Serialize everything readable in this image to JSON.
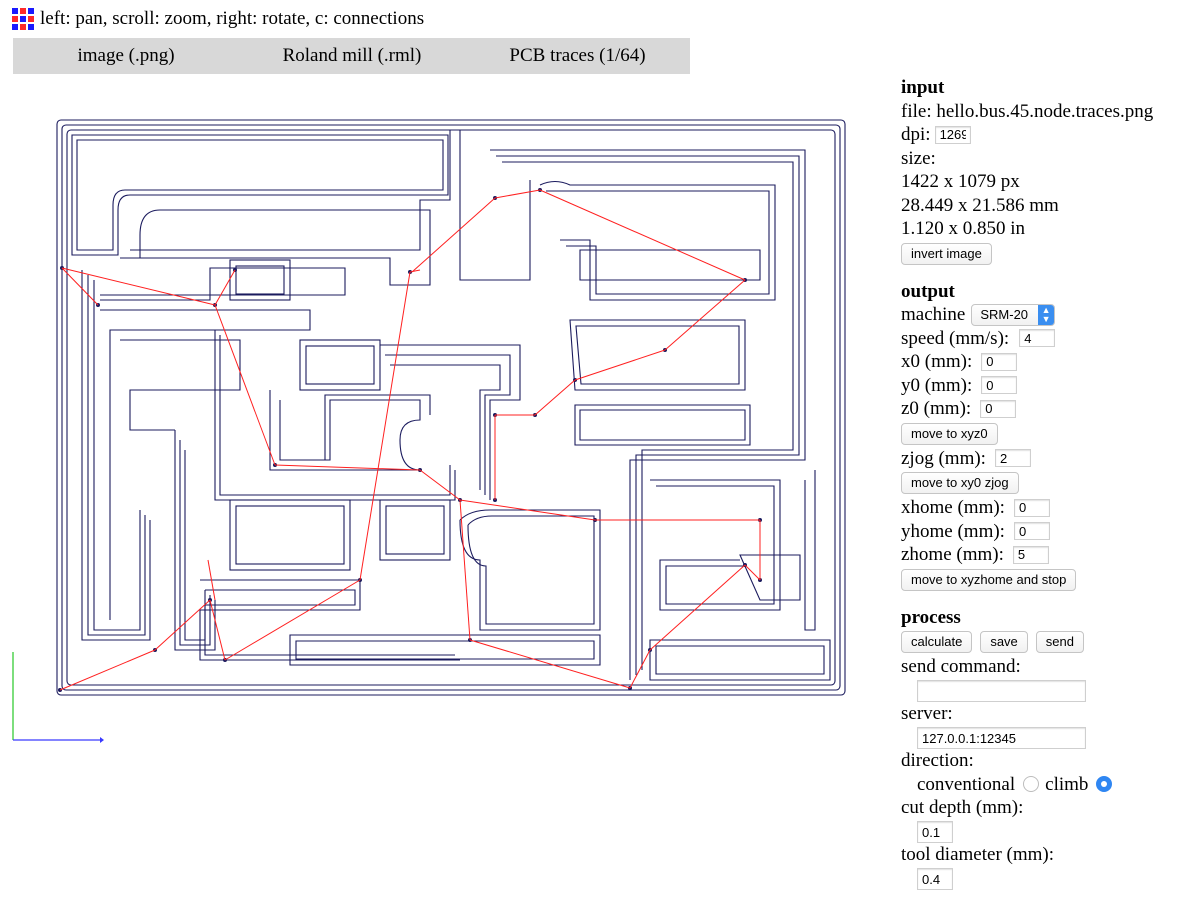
{
  "header": {
    "hint": "left: pan, scroll: zoom, right: rotate, c: connections",
    "logo_colors": [
      "#1a1aff",
      "#ff2a2a",
      "#1a1aff",
      "#ff2a2a",
      "#1a1aff",
      "#ff2a2a",
      "#1a1aff",
      "#ff2a2a",
      "#1a1aff"
    ]
  },
  "menu": {
    "items": [
      "image (.png)",
      "Roland mill (.rml)",
      "PCB traces (1/64)"
    ]
  },
  "colors": {
    "trace": "#1b1b5e",
    "connection": "#ff2020",
    "axis_y": "#27c927",
    "axis_x": "#3a3aff"
  },
  "input": {
    "title": "input",
    "file_label": "file: hello.bus.45.node.traces.png",
    "dpi_label": "dpi:",
    "dpi_value": "1269",
    "size_label": "size:",
    "size_px": "1422 x 1079 px",
    "size_mm": "28.449 x 21.586 mm",
    "size_in": "1.120 x 0.850 in",
    "invert_button": "invert image"
  },
  "output": {
    "title": "output",
    "machine_label": "machine",
    "machine_value": "SRM-20",
    "speed_label": "speed (mm/s):",
    "speed_value": "4",
    "x0_label": "x0 (mm):",
    "x0_value": "0",
    "y0_label": "y0 (mm):",
    "y0_value": "0",
    "z0_label": "z0 (mm):",
    "z0_value": "0",
    "move_xyz0": "move to xyz0",
    "zjog_label": "zjog (mm):",
    "zjog_value": "2",
    "move_xy0_zjog": "move to xy0 zjog",
    "xhome_label": "xhome (mm):",
    "xhome_value": "0",
    "yhome_label": "yhome (mm):",
    "yhome_value": "0",
    "zhome_label": "zhome (mm):",
    "zhome_value": "5",
    "move_home": "move to xyzhome and stop"
  },
  "process": {
    "title": "process",
    "calculate": "calculate",
    "save": "save",
    "send": "send",
    "send_command_label": "send command:",
    "send_command_value": "",
    "server_label": "server:",
    "server_value": "127.0.0.1:12345",
    "direction_label": "direction:",
    "conventional": "conventional",
    "climb": "climb",
    "cut_depth_label": "cut depth (mm):",
    "cut_depth_value": "0.1",
    "tool_diameter_label": "tool diameter (mm):",
    "tool_diameter_value": "0.4"
  }
}
